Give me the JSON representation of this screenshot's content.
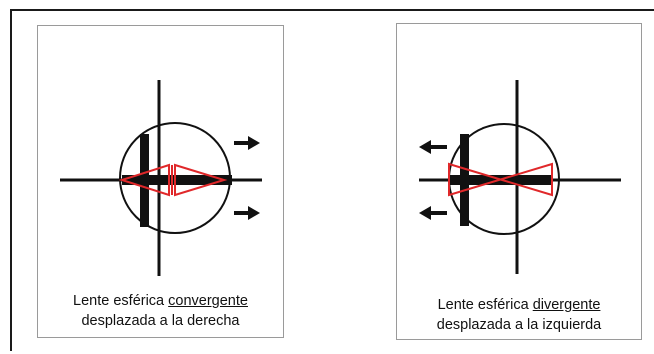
{
  "colors": {
    "ink": "#111111",
    "lens_outline": "#e0282a",
    "panel_border": "#9a9a9a"
  },
  "panels": [
    {
      "caption_prefix": "Lente esférica ",
      "caption_keyword": "convergente",
      "caption_line2": "desplazada a la derecha",
      "arrow_direction": "right"
    },
    {
      "caption_prefix": "Lente esférica ",
      "caption_keyword": "divergente",
      "caption_line2": "desplazada a la izquierda",
      "arrow_direction": "left"
    }
  ]
}
